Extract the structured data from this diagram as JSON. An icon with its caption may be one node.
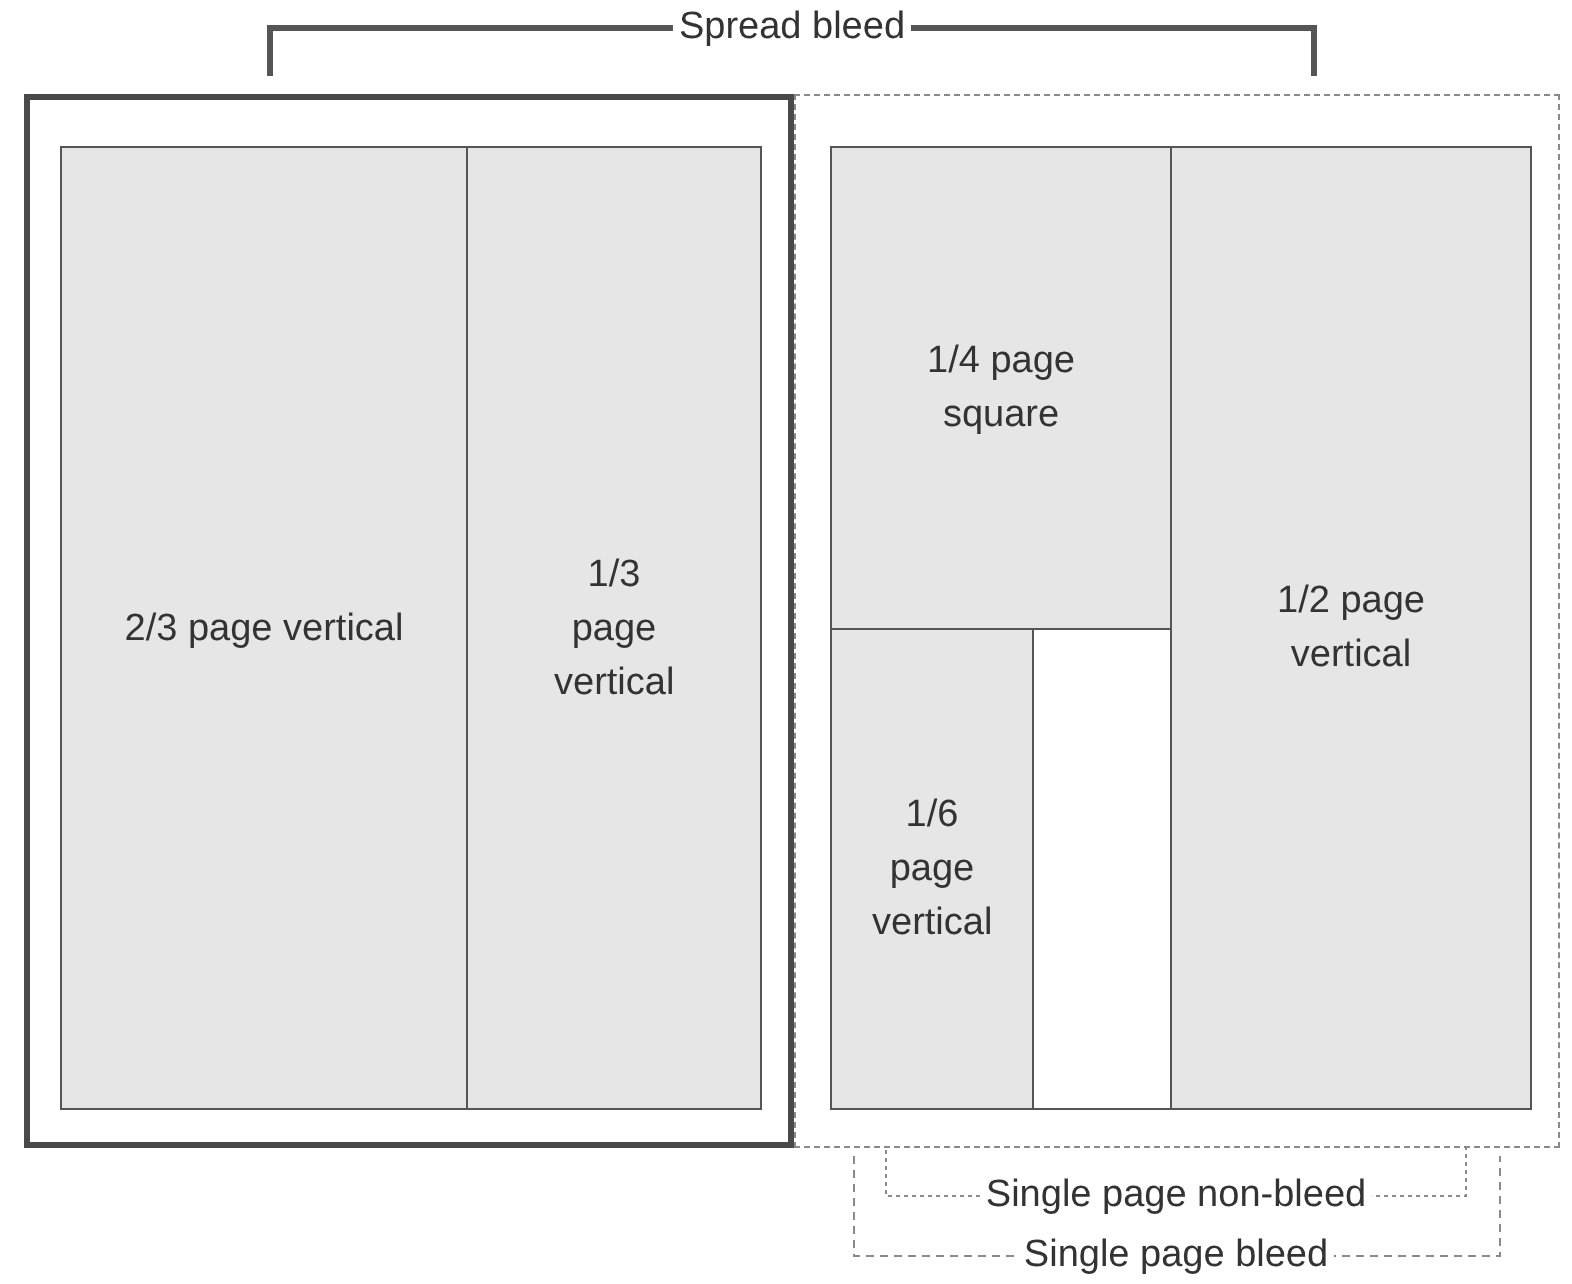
{
  "diagram": {
    "nodes": [
      {
        "text": [],
        "shape": "box"
      },
      {
        "text": [
          "2/3 page vertical"
        ],
        "in": 0
      },
      {
        "text": [
          "1/3 page vertical"
        ],
        "in": 0
      },
      {
        "text": [],
        "shape": "box"
      },
      {
        "text": [
          "1/4 page square"
        ],
        "in": 3
      },
      {
        "text": [
          "1/2 page vertical"
        ],
        "in": 3
      },
      {
        "text": [
          "1/6 page vertical"
        ],
        "in": 3
      },
      {
        "text": [],
        "shape": "box",
        "in": 3
      }
    ],
    "edges": [],
    "labels": [
      "Spread bleed",
      "Single page non-bleed",
      "Single page bleed"
    ]
  }
}
